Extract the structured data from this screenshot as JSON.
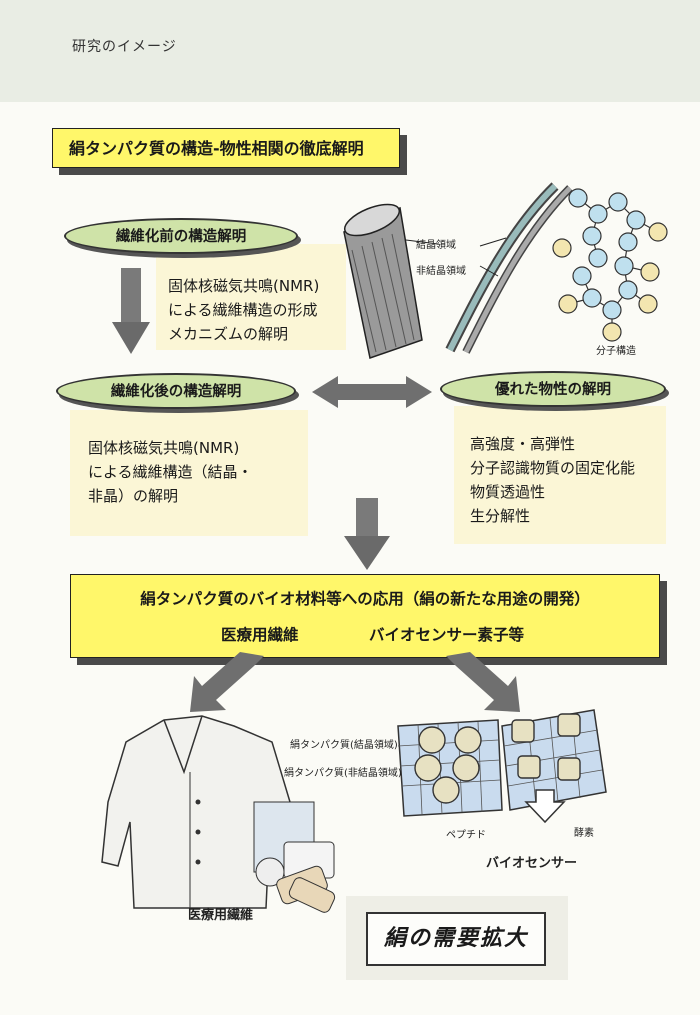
{
  "header": {
    "title": "研究のイメージ"
  },
  "title": "絹タンパク質の構造-物性相関の徹底解明",
  "pre_fiber": {
    "label": "繊維化前の構造解明",
    "lines": [
      "固体核磁気共鳴(NMR)",
      "による繊維構造の形成",
      "メカニズムの解明"
    ]
  },
  "post_fiber": {
    "label": "繊維化後の構造解明",
    "lines": [
      "固体核磁気共鳴(NMR)",
      "による繊維構造（結晶・",
      "非晶）の解明"
    ]
  },
  "properties": {
    "label": "優れた物性の解明",
    "lines": [
      "高強度・高弾性",
      "分子認識物質の固定化能",
      "物質透過性",
      "生分解性"
    ]
  },
  "fiber_labels": {
    "crystal": "結晶領域",
    "amorphous": "非結晶領域",
    "molecular": "分子構造"
  },
  "application": {
    "title": "絹タンパク質のバイオ材料等への応用（絹の新たな用途の開発）",
    "medical": "医療用繊維",
    "sensor": "バイオセンサー素子等"
  },
  "sensor_labels": {
    "crystal": "絹タンパク質(結晶領域)",
    "amorphous": "絹タンパク質(非結晶領域)",
    "peptide": "ペプチド",
    "enzyme": "酵素",
    "caption": "バイオセンサー"
  },
  "medical_caption": "医療用繊維",
  "demand": "絹の需要拡大"
}
